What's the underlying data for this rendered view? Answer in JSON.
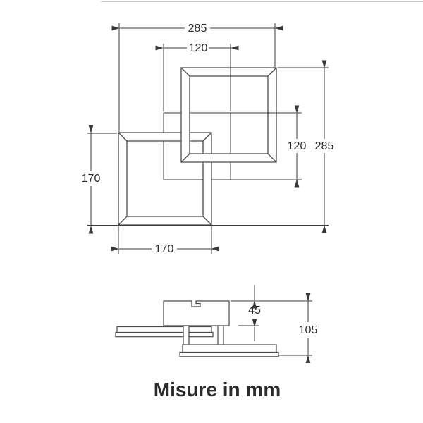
{
  "caption": "Misure in mm",
  "units": "mm",
  "drawing": {
    "type": "technical-dimension-drawing",
    "subject": "square ceiling lamp, top view and side view"
  },
  "dims": {
    "overall_width": "285",
    "center_square_width": "120",
    "small_square_height": "170",
    "small_square_width": "170",
    "center_square_height": "120",
    "overall_height": "285",
    "canopy_height": "45",
    "fixture_height": "105"
  },
  "colors": {
    "line": "#4a4a4a",
    "dimension": "#3a3a3a",
    "label_text": "#2b2b2b",
    "caption_text": "#89898c",
    "background": "#ffffff"
  }
}
